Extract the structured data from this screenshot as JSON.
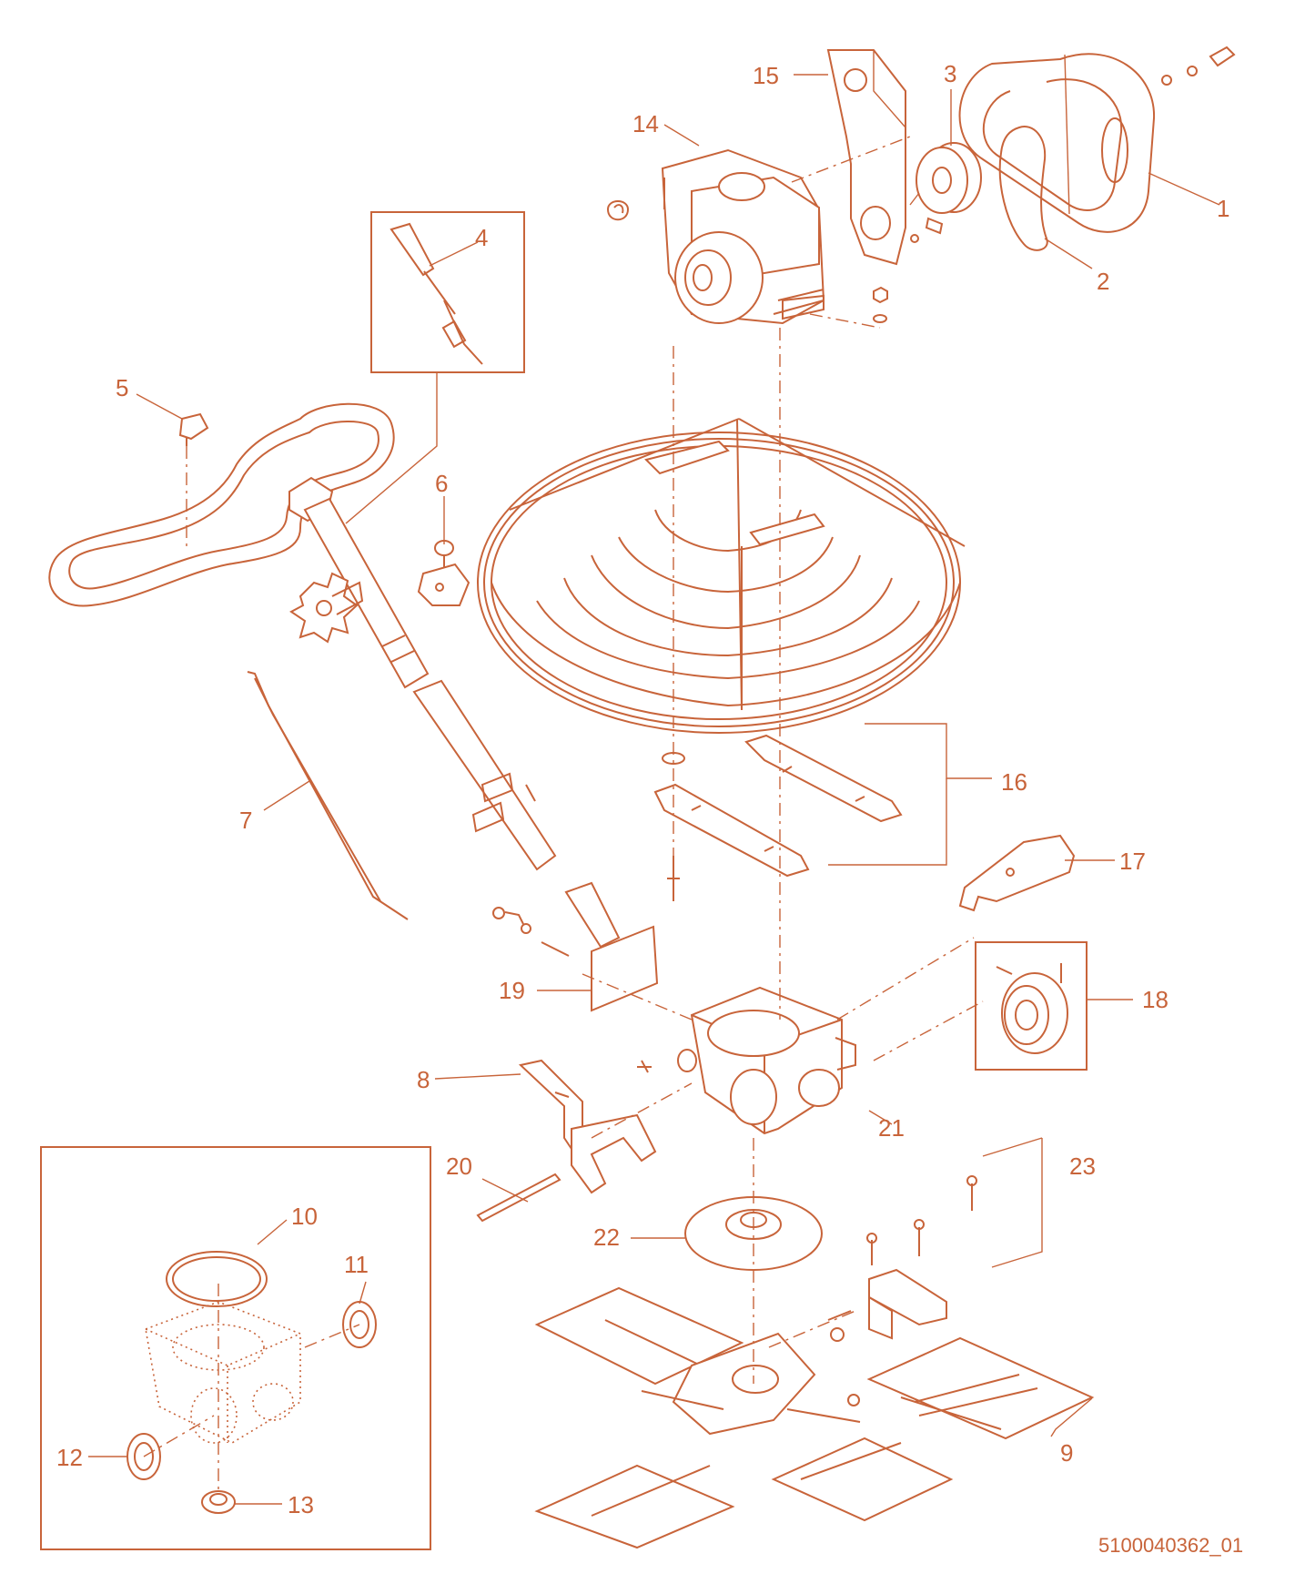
{
  "document_id": "5100040362_01",
  "callouts": {
    "c1": "1",
    "c2": "2",
    "c3": "3",
    "c4": "4",
    "c5": "5",
    "c6": "6",
    "c7": "7",
    "c8": "8",
    "c9": "9",
    "c10": "10",
    "c11": "11",
    "c12": "12",
    "c13": "13",
    "c14": "14",
    "c15": "15",
    "c16": "16",
    "c17": "17",
    "c18": "18",
    "c19": "19",
    "c20": "20",
    "c21": "21",
    "c22": "22",
    "c23": "23"
  },
  "colors": {
    "line": "#c8643a",
    "background": "#ffffff"
  }
}
